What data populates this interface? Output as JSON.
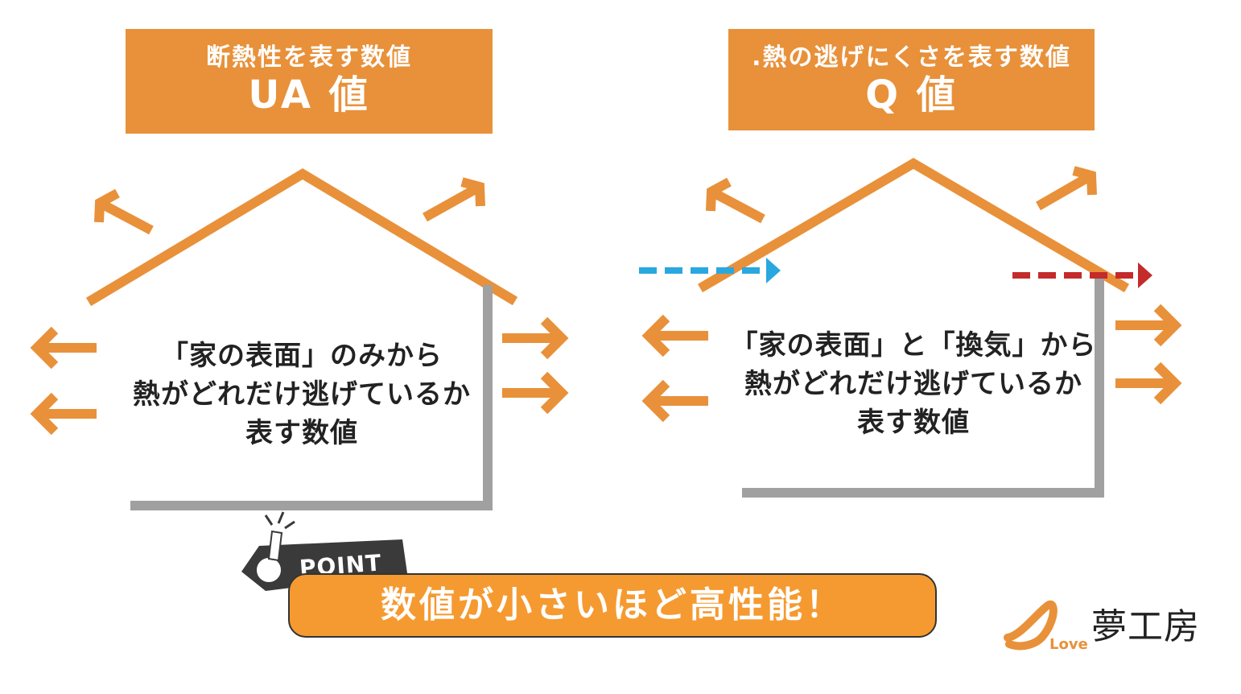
{
  "left_panel": {
    "subtitle": "断熱性を表す数値",
    "title": "UA 値",
    "body_line1": "「家の表面」のみから",
    "body_line2": "熱がどれだけ逃げているか",
    "body_line3": "表す数値"
  },
  "right_panel": {
    "subtitle": ".熱の逃げにくさを表す数値",
    "title": "Q 値",
    "body_line1": "「家の表面」と「換気」から",
    "body_line2": "熱がどれだけ逃げているか",
    "body_line3": "表す数値"
  },
  "point": {
    "tag": "POINT",
    "message": "数値が小さいほど高性能！"
  },
  "brand": {
    "love": "Love",
    "name": "夢工房"
  },
  "colors": {
    "orange": "#e8913a",
    "gray": "#a0a0a0",
    "blue": "#29a8e0",
    "red": "#c42b2b"
  }
}
